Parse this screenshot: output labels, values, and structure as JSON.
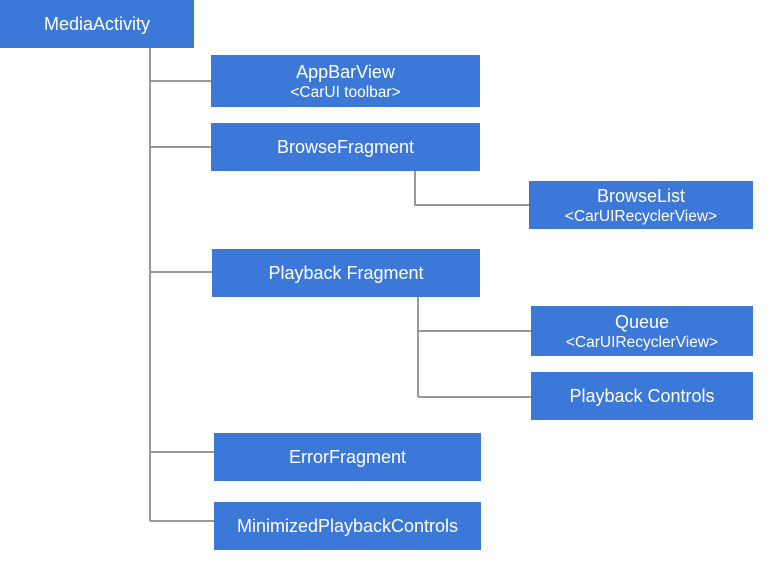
{
  "colors": {
    "node_fill": "#3C78D8",
    "node_text": "#FFFFFF",
    "connector": "#999999",
    "background": "#FFFFFF"
  },
  "nodes": {
    "media_activity": {
      "label": "MediaActivity"
    },
    "app_bar_view": {
      "label": "AppBarView",
      "sublabel": "<CarUI toolbar>"
    },
    "browse_fragment": {
      "label": "BrowseFragment"
    },
    "browse_list": {
      "label": "BrowseList",
      "sublabel": "<CarUIRecyclerView>"
    },
    "playback_fragment": {
      "label": "Playback Fragment"
    },
    "queue": {
      "label": "Queue",
      "sublabel": "<CarUIRecyclerView>"
    },
    "playback_controls": {
      "label": "Playback Controls"
    },
    "error_fragment": {
      "label": "ErrorFragment"
    },
    "minimized_playback_controls": {
      "label": "MinimizedPlaybackControls"
    }
  },
  "hierarchy": {
    "MediaActivity": [
      "AppBarView",
      "BrowseFragment",
      "Playback Fragment",
      "ErrorFragment",
      "MinimizedPlaybackControls"
    ],
    "BrowseFragment": [
      "BrowseList"
    ],
    "Playback Fragment": [
      "Queue",
      "Playback Controls"
    ]
  }
}
